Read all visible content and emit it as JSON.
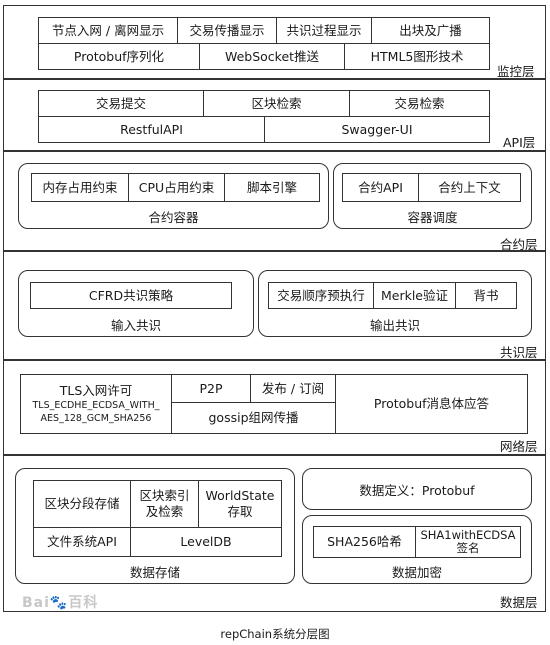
{
  "title": "repChain系统分层图",
  "layers": {
    "monitor": {
      "label": "监控层",
      "row1": [
        "节点入网 / 离网显示",
        "交易传播显示",
        "共识过程显示",
        "出块及广播"
      ],
      "row2": [
        "Protobuf序列化",
        "WebSocket推送",
        "HTML5图形技术"
      ]
    },
    "api": {
      "label": "API层",
      "row1": [
        "交易提交",
        "区块检索",
        "交易检索"
      ],
      "row2": [
        "RestfulAPI",
        "Swagger-UI"
      ]
    },
    "contract": {
      "label": "合约层",
      "container": {
        "items": [
          "内存占用约束",
          "CPU占用约束",
          "脚本引擎"
        ],
        "label": "合约容器"
      },
      "scheduler": {
        "items": [
          "合约API",
          "合约上下文"
        ],
        "label": "容器调度"
      }
    },
    "consensus": {
      "label": "共识层",
      "input": {
        "item": "CFRD共识策略",
        "label": "输入共识"
      },
      "output": {
        "items": [
          "交易顺序预执行",
          "Merkle验证",
          "背书"
        ],
        "label": "输出共识"
      }
    },
    "network": {
      "label": "网络层",
      "tls_title": "TLS入网许可",
      "tls_cipher": "TLS_ECDHE_ECDSA_WITH_ AES_128_GCM_SHA256",
      "p2p": "P2P",
      "pubsub": "发布 / 订阅",
      "gossip": "gossip组网传播",
      "protobuf": "Protobuf消息体应答"
    },
    "data": {
      "label": "数据层",
      "storage": {
        "seg": "区块分段存储",
        "index": "区块索引及检索",
        "world_a": "WorldState",
        "world_b": "存取",
        "fs": "文件系统API",
        "leveldb": "LevelDB",
        "label": "数据存储"
      },
      "definition": "数据定义：Protobuf",
      "encrypt": {
        "sha": "SHA256哈希",
        "sig_a": "SHA1withECDSA",
        "sig_b": "签名",
        "label": "数据加密"
      }
    }
  },
  "watermark": "Bai🐾百科"
}
